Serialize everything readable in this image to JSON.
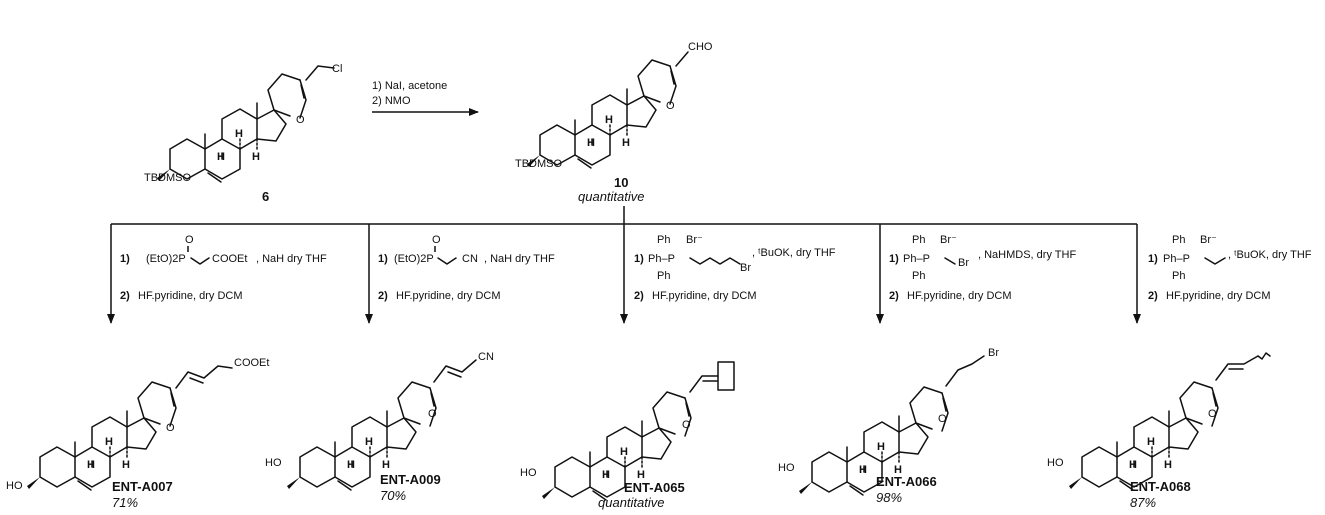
{
  "start": {
    "id": "6",
    "protecting_group": "TBDMSO",
    "side_chain": "Cl"
  },
  "step1": {
    "line1": "1) NaI, acetone",
    "line2": "2) NMO"
  },
  "intermediate": {
    "id": "10",
    "yield": "quantitative",
    "protecting_group": "TBDMSO",
    "side_chain": "CHO"
  },
  "atoms": {
    "oxygen": "O",
    "hydrogen": "H",
    "hydroxyl": "HO"
  },
  "branches": [
    {
      "reagent_num": "1)",
      "phosphonate": "(EtO)2P",
      "p_oxygen": "O",
      "group": "COOEt",
      "conditions": ", NaH dry THF",
      "step2_num": "2)",
      "step2": "HF.pyridine, dry DCM",
      "product_id": "ENT-A007",
      "yield": "71%",
      "side_chain": "COOEt"
    },
    {
      "reagent_num": "1)",
      "phosphonate": "(EtO)2P",
      "p_oxygen": "O",
      "group": "CN",
      "conditions": ", NaH dry THF",
      "step2_num": "2)",
      "step2": "HF.pyridine, dry DCM",
      "product_id": "ENT-A009",
      "yield": "70%",
      "side_chain": "CN"
    },
    {
      "reagent_num": "1)",
      "ph_top": "Ph",
      "ph_left": "Ph–P",
      "ph_bottom": "Ph",
      "anion": "Br⁻",
      "halide": "Br",
      "base": ", ᵗBuOK, dry THF",
      "step2_num": "2)",
      "step2": "HF.pyridine, dry DCM",
      "product_id": "ENT-A065",
      "yield": "quantitative"
    },
    {
      "reagent_num": "1)",
      "ph_top": "Ph",
      "ph_left": "Ph–P",
      "ph_bottom": "Ph",
      "anion": "Br⁻",
      "halide": "Br",
      "base": ", NaHMDS, dry THF",
      "step2_num": "2)",
      "step2": "HF.pyridine, dry DCM",
      "product_id": "ENT-A066",
      "yield": "98%",
      "side_chain": "Br"
    },
    {
      "reagent_num": "1)",
      "ph_top": "Ph",
      "ph_left": "Ph–P",
      "ph_bottom": "Ph",
      "anion": "Br⁻",
      "base": ", ᵗBuOK, dry THF",
      "step2_num": "2)",
      "step2": "HF.pyridine, dry DCM",
      "product_id": "ENT-A068",
      "yield": "87%"
    }
  ]
}
